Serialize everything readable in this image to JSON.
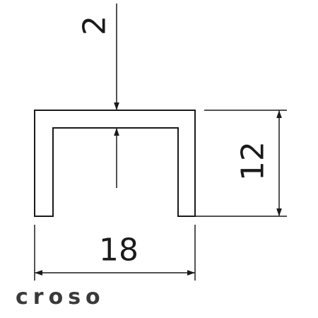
{
  "drawing": {
    "profile": "U-channel",
    "dimensions": {
      "thickness": "2",
      "height": "12",
      "width": "18"
    },
    "brand": "croso",
    "colors": {
      "line": "#1a1a1a",
      "background": "#ffffff",
      "brand": "#3a3a3a"
    }
  }
}
